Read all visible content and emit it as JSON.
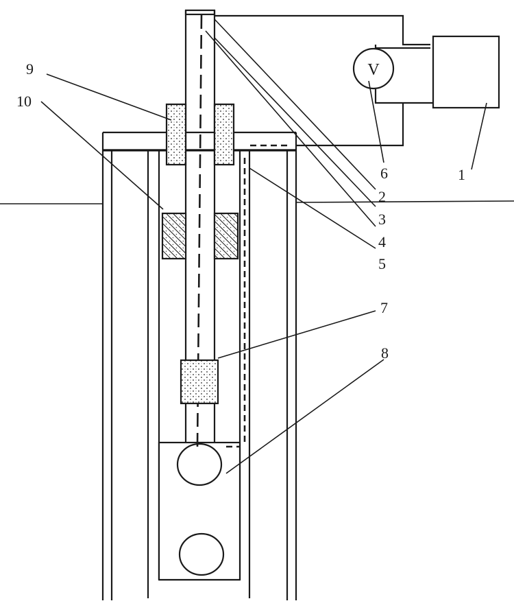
{
  "meter": {
    "symbol": "V"
  },
  "labels": {
    "n1": "1",
    "n2": "2",
    "n3": "3",
    "n4": "4",
    "n5": "5",
    "n6": "6",
    "n7": "7",
    "n8": "8",
    "n9": "9",
    "n10": "10"
  }
}
